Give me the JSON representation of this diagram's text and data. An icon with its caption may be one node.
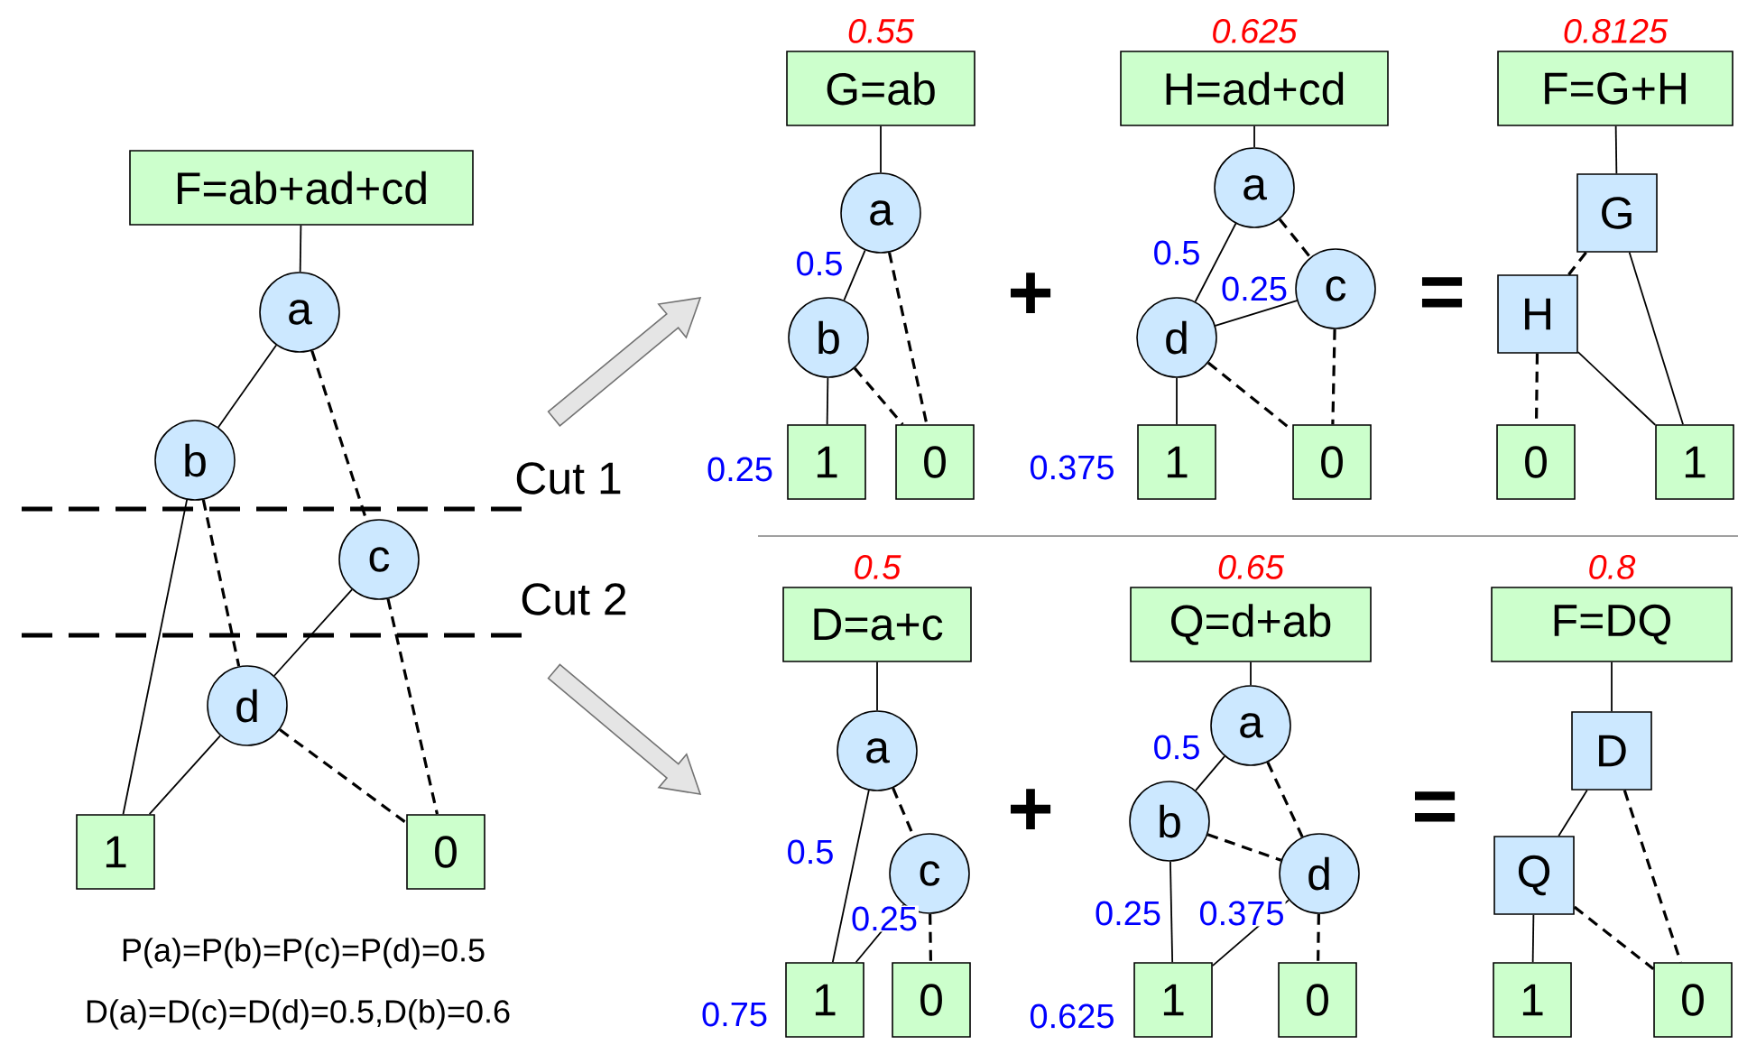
{
  "diagram": {
    "nodes": [
      {
        "text": [
          "F=ab+ad+cd"
        ]
      },
      {
        "text": [
          "a"
        ]
      },
      {
        "text": [
          "b"
        ]
      },
      {
        "text": [
          "c"
        ]
      },
      {
        "text": [
          "d"
        ]
      },
      {
        "text": [
          "1"
        ]
      },
      {
        "text": [
          "0"
        ]
      },
      {
        "text": [
          "G=ab"
        ],
        "beside": [
          "0.55"
        ]
      },
      {
        "text": [
          "a"
        ]
      },
      {
        "text": [
          "b"
        ]
      },
      {
        "text": [
          "1"
        ]
      },
      {
        "text": [
          "0"
        ]
      },
      {
        "text": [
          "H=ad+cd"
        ],
        "beside": [
          "0.625"
        ]
      },
      {
        "text": [
          "a"
        ]
      },
      {
        "text": [
          "c"
        ]
      },
      {
        "text": [
          "d"
        ]
      },
      {
        "text": [
          "1"
        ]
      },
      {
        "text": [
          "0"
        ]
      },
      {
        "text": [
          "F=G+H"
        ],
        "beside": [
          "0.8125"
        ]
      },
      {
        "text": [
          "G"
        ]
      },
      {
        "text": [
          "H"
        ]
      },
      {
        "text": [
          "0"
        ]
      },
      {
        "text": [
          "1"
        ]
      },
      {
        "text": [
          "D=a+c"
        ],
        "beside": [
          "0.5"
        ]
      },
      {
        "text": [
          "a"
        ]
      },
      {
        "text": [
          "c"
        ]
      },
      {
        "text": [
          "1"
        ]
      },
      {
        "text": [
          "0"
        ]
      },
      {
        "text": [
          "Q=d+ab"
        ],
        "beside": [
          "0.65"
        ]
      },
      {
        "text": [
          "a"
        ]
      },
      {
        "text": [
          "b"
        ]
      },
      {
        "text": [
          "d"
        ]
      },
      {
        "text": [
          "1"
        ]
      },
      {
        "text": [
          "0"
        ]
      },
      {
        "text": [
          "F=DQ"
        ],
        "beside": [
          "0.8"
        ]
      },
      {
        "text": [
          "D"
        ]
      },
      {
        "text": [
          "Q"
        ]
      },
      {
        "text": [
          "1"
        ]
      },
      {
        "text": [
          "0"
        ]
      }
    ],
    "edges": [
      {
        "from": 0,
        "to": 1,
        "arrow": "none"
      },
      {
        "from": 1,
        "to": 2,
        "arrow": "none"
      },
      {
        "from": 1,
        "to": 3,
        "arrow": "none",
        "style": "dashed"
      },
      {
        "from": 2,
        "to": 5,
        "arrow": "none"
      },
      {
        "from": 2,
        "to": 4,
        "arrow": "none",
        "style": "dashed"
      },
      {
        "from": 3,
        "to": 4,
        "arrow": "none"
      },
      {
        "from": 3,
        "to": 6,
        "arrow": "none",
        "style": "dashed"
      },
      {
        "from": 4,
        "to": 5,
        "arrow": "none"
      },
      {
        "from": 4,
        "to": 6,
        "arrow": "none",
        "style": "dashed"
      },
      {
        "from": 7,
        "to": 8,
        "arrow": "none"
      },
      {
        "from": 8,
        "to": 9,
        "arrow": "none"
      },
      {
        "from": 8,
        "to": 11,
        "arrow": "none",
        "style": "dashed"
      },
      {
        "from": 9,
        "to": 10,
        "arrow": "none"
      },
      {
        "from": 9,
        "to": 11,
        "arrow": "none",
        "style": "dashed"
      },
      {
        "from": 12,
        "to": 13,
        "arrow": "none"
      },
      {
        "from": 13,
        "to": 15,
        "arrow": "none"
      },
      {
        "from": 13,
        "to": 14,
        "arrow": "none",
        "style": "dashed"
      },
      {
        "from": 14,
        "to": 15,
        "arrow": "none"
      },
      {
        "from": 14,
        "to": 17,
        "arrow": "none",
        "style": "dashed"
      },
      {
        "from": 15,
        "to": 16,
        "arrow": "none"
      },
      {
        "from": 15,
        "to": 17,
        "arrow": "none",
        "style": "dashed"
      },
      {
        "from": 18,
        "to": 19,
        "arrow": "none"
      },
      {
        "from": 19,
        "to": 20,
        "arrow": "none",
        "style": "dashed"
      },
      {
        "from": 19,
        "to": 22,
        "arrow": "none"
      },
      {
        "from": 20,
        "to": 22,
        "arrow": "none"
      },
      {
        "from": 20,
        "to": 21,
        "arrow": "none",
        "style": "dashed"
      },
      {
        "from": 23,
        "to": 24,
        "arrow": "none"
      },
      {
        "from": 24,
        "to": 25,
        "arrow": "none",
        "style": "dashed"
      },
      {
        "from": 24,
        "to": 26,
        "arrow": "none"
      },
      {
        "from": 25,
        "to": 26,
        "arrow": "none"
      },
      {
        "from": 25,
        "to": 27,
        "arrow": "none",
        "style": "dashed"
      },
      {
        "from": 28,
        "to": 29,
        "arrow": "none"
      },
      {
        "from": 29,
        "to": 30,
        "arrow": "none"
      },
      {
        "from": 29,
        "to": 31,
        "arrow": "none",
        "style": "dashed"
      },
      {
        "from": 30,
        "to": 31,
        "arrow": "none",
        "style": "dashed"
      },
      {
        "from": 30,
        "to": 32,
        "arrow": "none"
      },
      {
        "from": 31,
        "to": 32,
        "arrow": "none"
      },
      {
        "from": 31,
        "to": 33,
        "arrow": "none",
        "style": "dashed"
      },
      {
        "from": 34,
        "to": 35,
        "arrow": "none"
      },
      {
        "from": 35,
        "to": 36,
        "arrow": "none"
      },
      {
        "from": 35,
        "to": 38,
        "arrow": "none",
        "style": "dashed"
      },
      {
        "from": 36,
        "to": 37,
        "arrow": "none"
      },
      {
        "from": 36,
        "to": 38,
        "arrow": "none",
        "style": "dashed"
      }
    ],
    "labels": [
      "0.5",
      "0.5",
      "0.25",
      "+",
      "=",
      "Cut 1",
      "0.25",
      "0.375",
      "Cut 2",
      "0.5",
      "0.5",
      "+",
      "=",
      "0.25",
      "0.25",
      "0.375",
      "P(a)=P(b)=P(c)=P(d)=0.5",
      "D(a)=D(c)=D(d)=0.5,D(b)=0.6",
      "0.75",
      "0.625"
    ]
  }
}
